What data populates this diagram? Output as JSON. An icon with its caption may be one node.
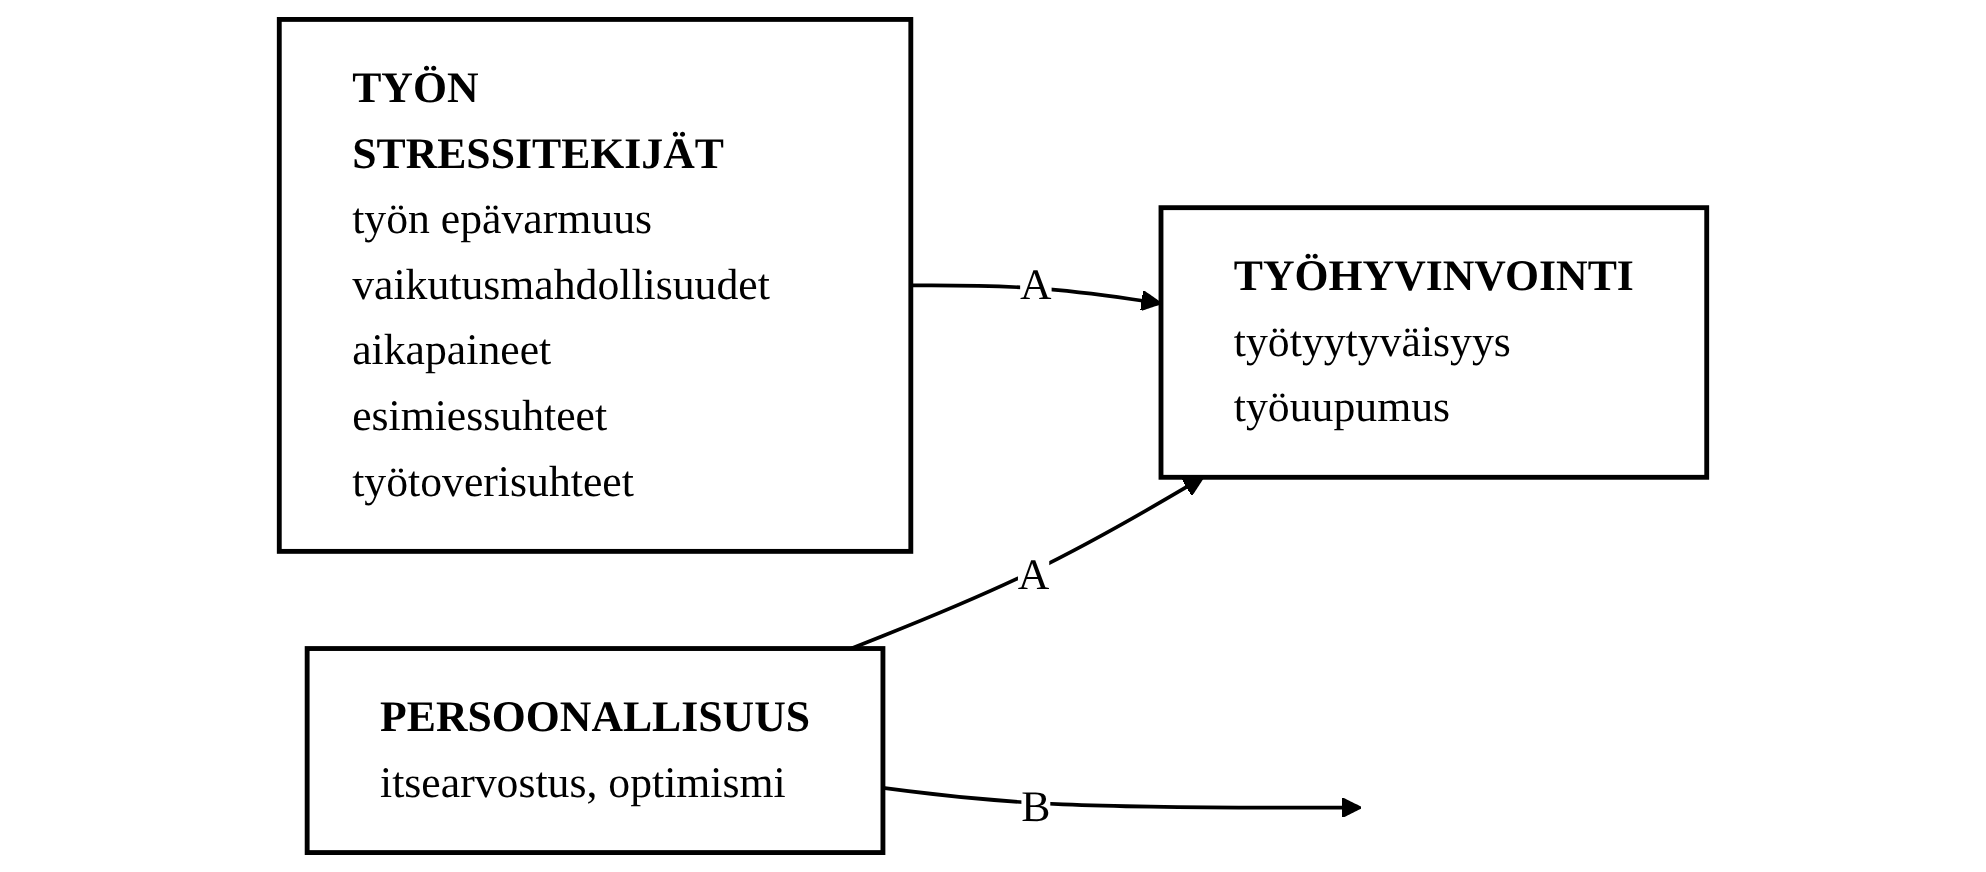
{
  "diagram": {
    "nodes": [
      {
        "text": [
          "TYÖN STRESSITEKIJÄT",
          "työn epävarmuus",
          "vaikutusmahdollisuudet",
          "aikapaineet",
          "esimiessuhteet",
          "työtoverisuhteet"
        ]
      },
      {
        "text": [
          "TYÖHYVINVOINTI",
          "työtyytyväisyys",
          "työuupumus"
        ]
      },
      {
        "text": [
          "PERSOONALLISUUS",
          "itsearvostus, optimismi"
        ]
      }
    ],
    "edges": [
      {
        "from": 0,
        "to": 1,
        "arrow": "to",
        "label": "A"
      },
      {
        "from": 2,
        "to": null,
        "arrow": "to",
        "label": "B"
      },
      {
        "from": 2,
        "to": 1,
        "arrow": "to",
        "label": "A"
      }
    ]
  }
}
